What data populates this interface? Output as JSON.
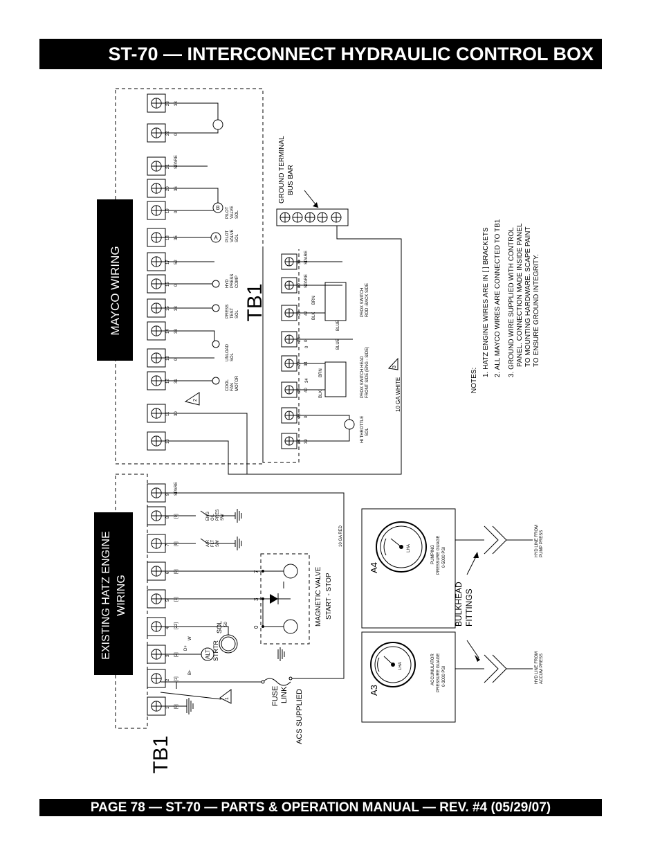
{
  "header": {
    "title": "ST-70 — INTERCONNECT HYDRAULIC CONTROL BOX"
  },
  "footer": {
    "text": "PAGE 78 — ST-70 — PARTS & OPERATION MANUAL — REV. #4 (05/29/07)"
  },
  "diagram": {
    "tb1_left_label": "TB1",
    "tb1_right_label": "TB1",
    "mayco_label": "MAYCO WIRING",
    "hatz_label_line1": "EXISTING HATZ ENGINE",
    "hatz_label_line2": "WIRING",
    "ground_bus_line1": "GROUND TERMINAL",
    "ground_bus_line2": "BUS BAR",
    "wire_10ga_red": "10 GA RED",
    "wire_10ga_white": "10 GA WHITE",
    "note_marker_1": "1",
    "note_marker_2": "2",
    "note_marker_3": "3",
    "fuse_line1": "FUSE",
    "fuse_line2": "LINK",
    "fuse_line3": "ACS SUPPLIED",
    "magnetic_line1": "MAGNETIC VALVE",
    "magnetic_line2": "START - STOP",
    "strtr": "STRTR",
    "sol": "SOL",
    "sol_num": "50",
    "alt": "ALT",
    "bplus": "B+",
    "dplus": "D+",
    "w": "W",
    "bulkhead_line1": "BULKHEAD",
    "bulkhead_line2": "FITTINGS",
    "a3": "A3",
    "a4": "A4",
    "accum_line1": "ACCUMULATOR",
    "accum_line2": "PRESSURE GUAGE",
    "accum_line3": "0-3000 PSI",
    "pump_line1": "PUMPING",
    "pump_line2": "PRESSURE GUAGE",
    "pump_line3": "0-5000 PSI",
    "hyd_accum_line1": "HYD LINE FROM",
    "hyd_accum_line2": "ACCUM PRESS",
    "hyd_pump_line1": "HYD LINE FROM",
    "hyd_pump_line2": "PUMP PRESS",
    "gauge_mark": "LHA",
    "mag_num_7": "7",
    "mag_num_3": "3",
    "mag_num_0": "0",
    "eng_oil_pres_sw": [
      "ENG",
      "OIL",
      "PRES",
      "SW"
    ],
    "air_flt_sw": [
      "AIR",
      "FLT",
      "SW"
    ],
    "hatz_terminals": [
      {
        "n": "1",
        "w": "[0]"
      },
      {
        "n": "2",
        "w": "[1]"
      },
      {
        "n": "3",
        "w": "[2]"
      },
      {
        "n": "4",
        "w": "[22]"
      },
      {
        "n": "5",
        "w": "[3]"
      },
      {
        "n": "6",
        "w": "[0]"
      },
      {
        "n": "7",
        "w": "[0]"
      },
      {
        "n": "8",
        "w": "[0]"
      },
      {
        "n": "9",
        "w": "SPARE"
      }
    ],
    "mayco_terminals": [
      {
        "n": "10",
        "w": ""
      },
      {
        "n": "11",
        "w": "30"
      },
      {
        "n": "12",
        "w": "31"
      },
      {
        "n": "13",
        "w": "0"
      },
      {
        "n": "14",
        "w": "33"
      },
      {
        "n": "15",
        "w": "33"
      },
      {
        "n": "16",
        "w": "0"
      },
      {
        "n": "17",
        "w": "52"
      },
      {
        "n": "18",
        "w": "35"
      },
      {
        "n": "19",
        "w": "0"
      },
      {
        "n": "20",
        "w": "36"
      },
      {
        "n": "21",
        "w": "SPARE"
      },
      {
        "n": "22",
        "w": "0"
      },
      {
        "n": "23",
        "w": "38"
      }
    ],
    "mayco_devices": {
      "cool_fan_motor": [
        "COOL",
        "FAN",
        "MOTOR"
      ],
      "unload_sol": [
        "UNLOAD",
        "SOL"
      ],
      "press_test_sol": [
        "PRESS",
        "TEST",
        "SOL"
      ],
      "hyd_press_comp": [
        "HYD",
        "PRESS",
        "COMP"
      ],
      "pilot_valve_sol_a": [
        "PILOT",
        "VALVE",
        "SOL"
      ],
      "pilot_valve_sol_b": [
        "PILOT",
        "VALVE",
        "SOL"
      ],
      "pilot_a_letter": "A",
      "pilot_b_letter": "B"
    },
    "lower_terminals": [
      {
        "n": "24",
        "w": "39"
      },
      {
        "n": "25",
        "w": "0"
      },
      {
        "n": "26",
        "w": "40"
      },
      {
        "n": "27",
        "w": "34"
      },
      {
        "n": "28",
        "w": "0"
      },
      {
        "n": "29",
        "w": "42"
      },
      {
        "n": "30",
        "w": "SPARE"
      },
      {
        "n": "31",
        "w": "SPARE"
      }
    ],
    "lower_wire_marks": {
      "t26": "34",
      "t28": "0"
    },
    "lower_devices": {
      "hi_throttle_line1": "HI THROTTLE",
      "hi_throttle_line2": "SOL",
      "prox_front_line1": "PROX SWITCH HEAD",
      "prox_front_line2": "FRONT SIDE (ENG - SIDE)",
      "prox_rod_line1": "PROX SWITCH",
      "prox_rod_line2": "ROD -BACK SIDE",
      "brn": "BRN",
      "blk": "BLK",
      "blue": "BLUE"
    },
    "notes": {
      "title": "NOTES:",
      "n1": "1.  HATZ ENGINE WIRES ARE IN [ ] BRACKETS",
      "n2": "2.  ALL MAYCO WIRES ARE CONNECTED TO TB1",
      "n3_line1": "3.  GROUND WIRE SUPPLIED WITH CONTROL",
      "n3_line2": "PANEL.  CONNECTION MADE INSIDE PANEL",
      "n3_line3": "TO MOUNTING HARDWARE.  SCAPE PAINT",
      "n3_line4": "TO ENSURE GROUND INTEGRITY."
    }
  }
}
